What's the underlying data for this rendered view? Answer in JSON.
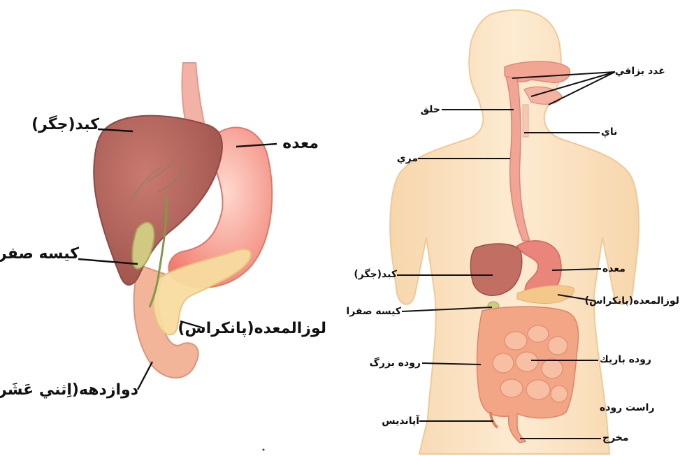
{
  "left_diagram": {
    "labels": {
      "liver": "كبد(جگر)",
      "stomach": "معده",
      "gallbladder": "كيسه صفرا",
      "pancreas": "لوزالمعده(پانكراس)",
      "duodenum": "دوازدهه(اِثني عَشَر)"
    }
  },
  "right_diagram": {
    "labels": {
      "salivary_glands": "غدد بزاقي",
      "pharynx": "حلق",
      "trachea": "ناي",
      "esophagus": "مري",
      "liver": "كبد(جگر)",
      "stomach": "معده",
      "pancreas": "لوزالمعده(پانكراس)",
      "gallbladder": "كيسه صفرا",
      "large_intestine": "روده بزرگ",
      "small_intestine": "روده باريك",
      "rectum": "راست روده",
      "appendix": "آپانديس",
      "anus": "مخرج"
    }
  },
  "colors": {
    "skin": "#fbe3c2",
    "skin_outline": "#f2cfa3",
    "liver": "#b8655c",
    "liver_dark": "#9c4f48",
    "stomach": "#f08a7d",
    "pancreas": "#f6d79a",
    "gallbladder": "#c9c47a",
    "intestine": "#f0a37f",
    "leader_line": "#111111"
  }
}
